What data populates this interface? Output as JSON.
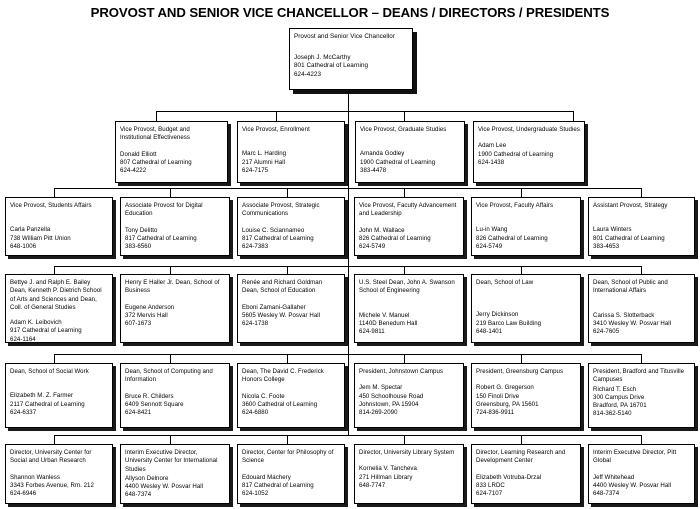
{
  "header": {
    "title": "PROVOST AND SENIOR VICE CHANCELLOR – DEANS / DIRECTORS / PRESIDENTS"
  },
  "chart_data": {
    "type": "diagram",
    "diagram_type": "org-chart",
    "title": "PROVOST AND SENIOR VICE CHANCELLOR – DEANS / DIRECTORS / PRESIDENTS",
    "root": {
      "id": "root",
      "title": "Provost and Senior Vice Chancellor",
      "details": "Joseph J. McCarthy\n801 Cathedral of Learning\n624-4223"
    },
    "levels": [
      {
        "level": 1,
        "nodes": [
          {
            "id": "vp-budget",
            "title": "Vice Provost, Budget and Institutional Effectiveness",
            "details": "Donald Elliott\n807 Cathedral of Learning\n624-4222"
          },
          {
            "id": "vp-enrollment",
            "title": "Vice Provost, Enrollment",
            "details": "Marc L. Harding\n217 Alumni Hall\n624-7175"
          },
          {
            "id": "vp-graduate",
            "title": "Vice Provost, Graduate Studies",
            "details": "Amanda Godley\n1900 Cathedral of Learning\n383-4478"
          },
          {
            "id": "vp-undergraduate",
            "title": "Vice Provost, Undergraduate Studies",
            "details": "Adam Lee\n1900 Cathedral of Learning\n624-1438"
          }
        ]
      },
      {
        "level": 2,
        "nodes": [
          {
            "id": "vp-students-affairs",
            "title": "Vice Provost, Students Affairs",
            "details": "Carla Panzella\n738 William Pitt Union\n648-1006"
          },
          {
            "id": "ap-digital-education",
            "title": "Associate Provost for Digital Education",
            "details": "Tony Delitto\n817 Cathedral of Learning\n383-6560"
          },
          {
            "id": "ap-strategic-communications",
            "title": "Associate Provost, Strategic Communications",
            "details": "Louise C. Sciannameo\n817 Cathedral of Learning\n624-7383"
          },
          {
            "id": "vp-faculty-advancement",
            "title": "Vice Provost, Faculty Advancement and Leadership",
            "details": "John M. Wallace\n826 Cathedral of Learning\n624-5749"
          },
          {
            "id": "vp-faculty-affairs",
            "title": "Vice Provost, Faculty Affairs",
            "details": "Lu-in Wang\n826 Cathedral of Learning\n624-5749"
          },
          {
            "id": "ap-strategy",
            "title": "Assistant Provost, Strategy",
            "details": "Laura Winters\n801 Cathedral of Learning\n383-4653"
          }
        ]
      },
      {
        "level": 3,
        "nodes": [
          {
            "id": "dean-arts-sciences",
            "title": "Bettye J. and Ralph E. Bailey Dean, Kenneth P. Dietrich School of Arts and Sciences and Dean, Coll. of General Studies",
            "details": "Adam K. Leibovich\n917 Cathedral of Learning\n624-1164"
          },
          {
            "id": "dean-business",
            "title": "Henry E Haller Jr. Dean, School of Business",
            "details": "Eugene Anderson\n372 Mervis Hall\n607-1673"
          },
          {
            "id": "dean-education",
            "title": "Renée and Richard Goldman Dean, School of Education",
            "details": "Eboni Zamani-Gallaher\n5605 Wesley W. Posvar Hall\n624-1738"
          },
          {
            "id": "dean-engineering",
            "title": "U.S. Steel Dean, John A. Swanson School of Engineering",
            "details": "Michele V. Manuel\n1140D Benedum Hall\n624-9811"
          },
          {
            "id": "dean-law",
            "title": "Dean, School of Law",
            "details": "Jerry Dickinson\n219 Barco Law Building\n648-1401"
          },
          {
            "id": "dean-gspia",
            "title": "Dean, School of Public and International Affairs",
            "details": "Carissa S. Slotterback\n3410 Wesley W. Posvar Hall\n624-7605"
          }
        ]
      },
      {
        "level": 4,
        "nodes": [
          {
            "id": "dean-social-work",
            "title": "Dean, School of Social Work",
            "details": "Elizabeth M. Z. Farmer\n2117 Cathedral of Learning\n624-6337"
          },
          {
            "id": "dean-computing",
            "title": "Dean, School of Computing and Information",
            "details": "Bruce R. Childers\n6409 Sennott Square\n624-8421"
          },
          {
            "id": "dean-honors",
            "title": "Dean, The David C. Frederick Honors  College",
            "details": "Nicola C. Foote\n3600 Cathedral of Learning\n624-6880"
          },
          {
            "id": "president-johnstown",
            "title": "President, Johnstown Campus",
            "details": "Jem M. Spectar\n450 Schoolhouse Road\nJohnstown, PA  15904\n814-269-2090"
          },
          {
            "id": "president-greensburg",
            "title": "President, Greensburg Campus",
            "details": "Robert G. Gregerson\n150 Finoli Drive\nGreensburg, PA 15601\n724-836-9911"
          },
          {
            "id": "president-bradford",
            "title": "President, Bradford and Titusville Campuses",
            "details": "Richard T. Esch\n300 Campus Drive\nBradford, PA  16701\n814-362-5140"
          }
        ]
      },
      {
        "level": 5,
        "nodes": [
          {
            "id": "director-ucsur",
            "title": "Director, University Center for Social and Urban Research",
            "details": "Shannon Wanless\n3343 Forbes Avenue, Rm. 212\n624-6946"
          },
          {
            "id": "director-ucis",
            "title": "Interim Executive Director, University Center for International Studies",
            "details": "Allyson Delnore\n4400 Wesley W. Posvar Hall\n648-7374"
          },
          {
            "id": "director-philosophy-science",
            "title": "Director, Center for Philosophy of Science",
            "details": "Edouard Machery\n817 Cathedral of Learning\n624-1052"
          },
          {
            "id": "director-library",
            "title": "Director, University Library System",
            "details": "Kornelia V. Tancheva\n271 Hillman Library\n648-7747"
          },
          {
            "id": "director-lrdc",
            "title": "Director, Learning Research and Development Center",
            "details": "Elizabeth Votruba-Drzal\n833 LRDC\n624-7107"
          },
          {
            "id": "director-pitt-global",
            "title": "Interim Executive Director, Pitt Global",
            "details": "Jeff Whitehead\n4400 Wesley W. Posvar Hall\n648-7374"
          }
        ]
      }
    ]
  }
}
